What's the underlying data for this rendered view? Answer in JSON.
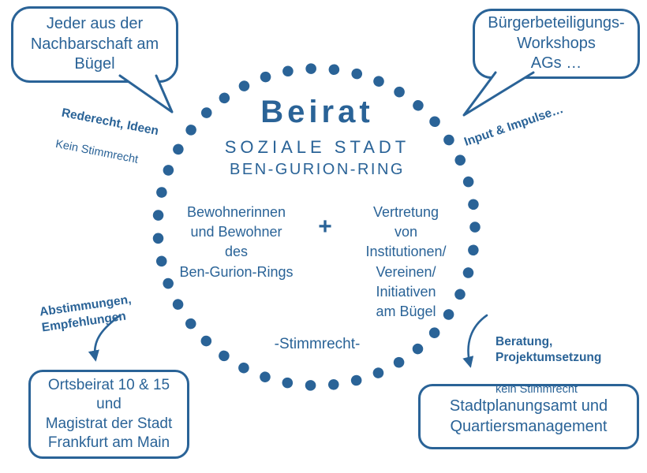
{
  "colors": {
    "accent": "#2a6397",
    "background": "#ffffff"
  },
  "circle": {
    "title": "Beirat",
    "subtitle_line1": "SOZIALE STADT",
    "subtitle_line2": "BEN-GURION-RING",
    "member_group_left": "Bewohnerinnen\nund Bewohner\ndes\nBen-Gurion-Rings",
    "plus_sign": "+",
    "member_group_right": "Vertretung\nvon\nInstitutionen/\nVereinen/\nInitiativen\nam Bügel",
    "voting_note": "-Stimmrecht-"
  },
  "bubbles": {
    "top_left": "Jeder aus der\nNachbarschaft am\nBügel",
    "top_right": "Bürgerbeteiligungs-\nWorkshops\nAGs …"
  },
  "boxes": {
    "bottom_left": "Ortsbeirat 10 & 15\nund\nMagistrat der Stadt\nFrankfurt am Main",
    "bottom_right": "Stadtplanungsamt und\nQuartiersmanagement"
  },
  "captions": {
    "top_left": {
      "bold": "Rederecht, Ideen",
      "regular": "Kein Stimmrecht"
    },
    "top_right": {
      "bold": "Input & Impulse…"
    },
    "bottom_left": {
      "bold": "Abstimmungen,\nEmpfehlungen"
    },
    "bottom_right": {
      "bold": "Beratung,\nProjektumsetzung",
      "regular": "kein Stimmrecht"
    }
  }
}
